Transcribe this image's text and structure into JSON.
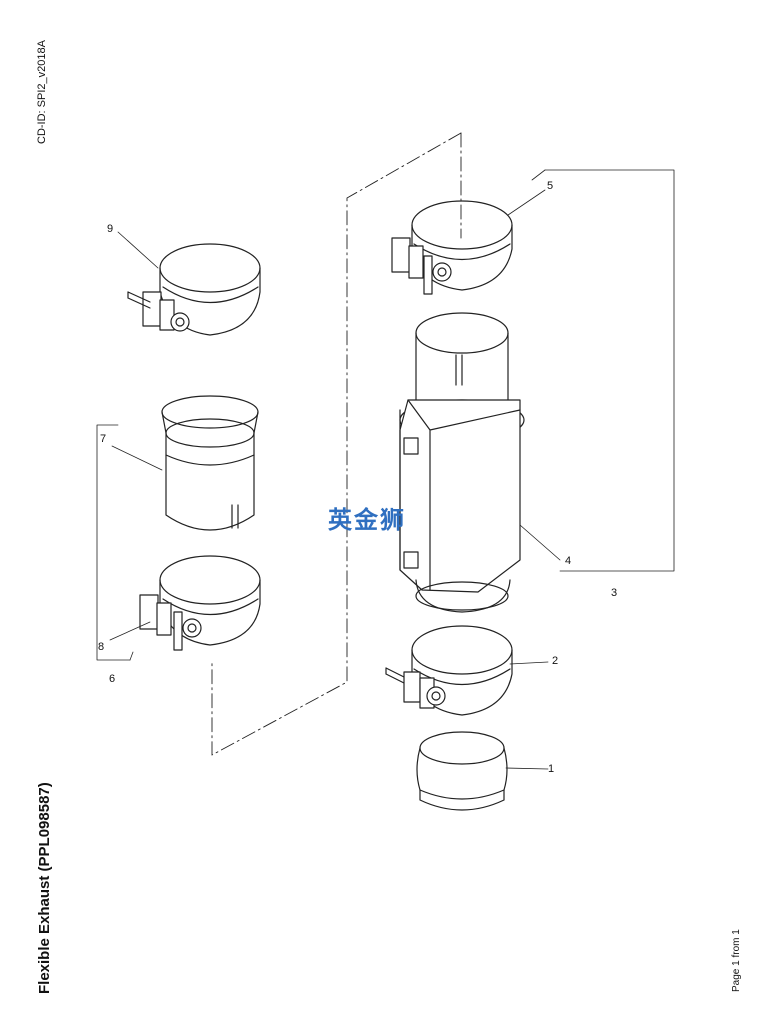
{
  "document": {
    "cd_id": "CD-ID: SPI2_v2018A",
    "title": "Flexible Exhaust (PPL098587)",
    "page": "Page 1 from 1"
  },
  "watermark": "英金狮",
  "callouts": [
    {
      "id": "c1",
      "label": "1"
    },
    {
      "id": "c2",
      "label": "2"
    },
    {
      "id": "c3",
      "label": "3"
    },
    {
      "id": "c4",
      "label": "4"
    },
    {
      "id": "c5",
      "label": "5"
    },
    {
      "id": "c6",
      "label": "6"
    },
    {
      "id": "c7",
      "label": "7"
    },
    {
      "id": "c8",
      "label": "8"
    },
    {
      "id": "c9",
      "label": "9"
    }
  ]
}
